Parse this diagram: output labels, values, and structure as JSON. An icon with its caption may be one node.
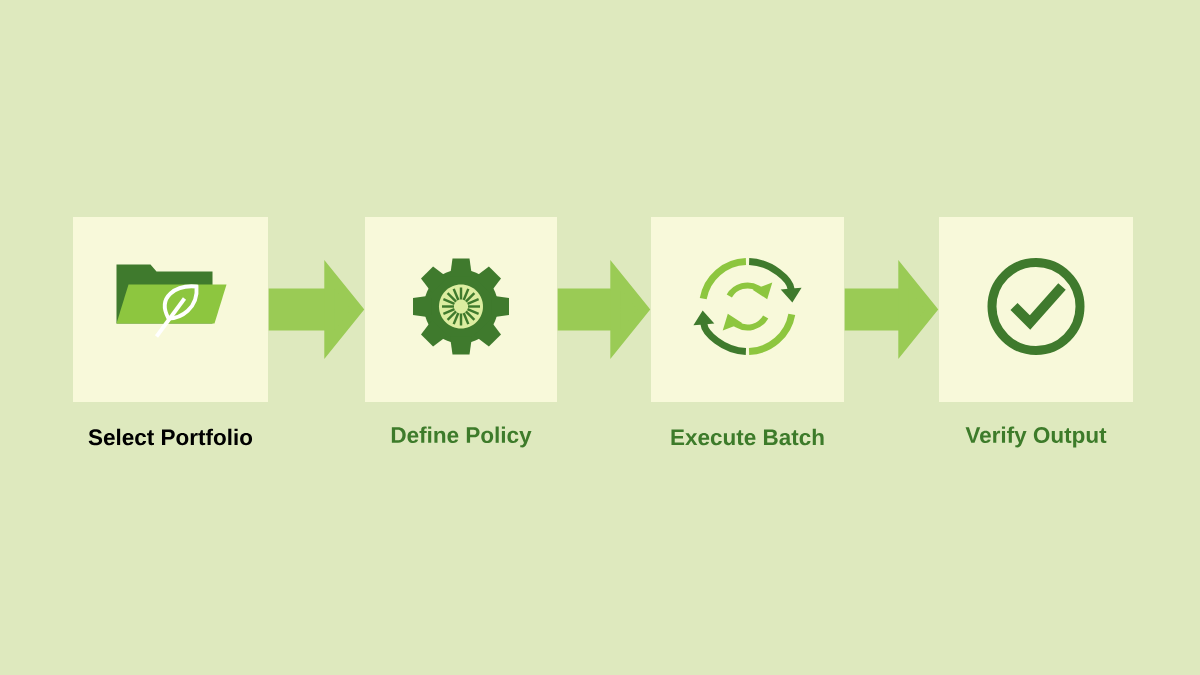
{
  "diagram": {
    "nodes": [
      {
        "text": [
          "Select Portfolio"
        ]
      },
      {
        "text": [
          "Define Policy"
        ]
      },
      {
        "text": [
          "Execute Batch"
        ]
      },
      {
        "text": [
          "Verify Output"
        ]
      }
    ],
    "edges": [
      {
        "from": 0,
        "to": 1,
        "arrow": "to"
      },
      {
        "from": 1,
        "to": 2,
        "arrow": "to"
      },
      {
        "from": 2,
        "to": 3,
        "arrow": "to"
      }
    ]
  }
}
